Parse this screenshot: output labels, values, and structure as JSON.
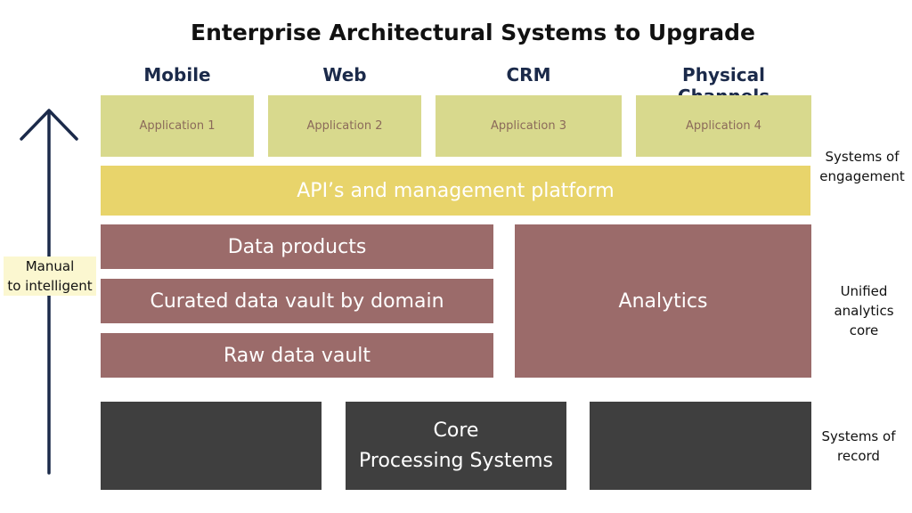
{
  "title": "Enterprise Architectural Systems to Upgrade",
  "channels": {
    "mobile": "Mobile",
    "web": "Web",
    "crm": "CRM",
    "physical": "Physical Channels"
  },
  "applications": {
    "app1": "Application 1",
    "app2": "Application 2",
    "app3": "Application 3",
    "app4": "Application 4"
  },
  "api_platform": "API’s and management platform",
  "data_layers": {
    "data_products": "Data products",
    "curated_vault": "Curated data vault by domain",
    "raw_vault": "Raw data vault",
    "analytics": "Analytics"
  },
  "core": {
    "line1": "Core",
    "line2": "Processing Systems"
  },
  "side_labels": {
    "engagement_line1": "Systems of",
    "engagement_line2": "engagement",
    "analytics_line1": "Unified",
    "analytics_line2": "analytics",
    "analytics_line3": "core",
    "record_line1": "Systems of",
    "record_line2": "record"
  },
  "progression": {
    "line1": "Manual",
    "line2": "to intelligent"
  },
  "colors": {
    "application": "#d8d98d",
    "api": "#e8d46b",
    "data": "#9b6b6a",
    "core": "#3f3f3f",
    "arrow": "#1b2a4a",
    "progression_bg": "#fbf7d0"
  }
}
